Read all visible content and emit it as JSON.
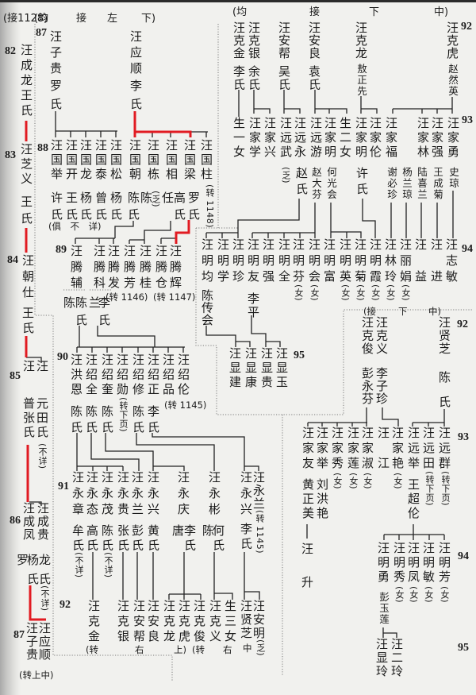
{
  "header": {
    "continued_from": "(接1128)",
    "left_tree_note": [
      "(均",
      "接",
      "左",
      "下)"
    ],
    "right_top_note": [
      "(均",
      "接",
      "下",
      "中)"
    ],
    "right_bottom_note": [
      "(接",
      "下",
      "中)"
    ]
  },
  "colors": {
    "ink": "#1b1b1b",
    "descent_line": "#e11b22",
    "paper": "#f1f1ee"
  },
  "generation_numbers": {
    "lineage": [
      "82",
      "83",
      "84",
      "85",
      "86",
      "87"
    ],
    "left_tree": [
      "87",
      "88",
      "89",
      "90",
      "91",
      "92"
    ],
    "right_top": [
      "92",
      "93",
      "94",
      "95"
    ],
    "right_bottom": [
      "92",
      "93",
      "94",
      "95"
    ]
  },
  "lineage": {
    "g82": {
      "name": "汪成龙王氏"
    },
    "g83": {
      "name": "汪芝义",
      "spouse": "王氏"
    },
    "g84": {
      "name": "汪朝仕",
      "spouse": "王氏"
    },
    "g85": [
      {
        "name": "汪普",
        "spouse": "张氏"
      },
      {
        "name": "汪元",
        "spouse": "田氏",
        "note": "(不详)"
      }
    ],
    "g86": [
      {
        "name": "汪成凤",
        "spouse_a": "罗",
        "spouse_b": "杨氏"
      },
      {
        "name": "汪成贵",
        "spouse": "龙氏",
        "note": "(不详)"
      }
    ],
    "g87": [
      {
        "name": "汪子贵"
      },
      {
        "name": "汪应顺"
      }
    ],
    "g87_note": "(转上中)"
  },
  "left_tree": {
    "g87": [
      {
        "name": "汪子贵",
        "spouse": "罗氏"
      },
      {
        "name": "汪应顺",
        "spouse": "李氏"
      }
    ],
    "g88": [
      {
        "name": "汪国举",
        "spouse": "许氏"
      },
      {
        "name": "汪国开",
        "spouse": "王氏"
      },
      {
        "name": "汪国龙",
        "spouse": "杨氏"
      },
      {
        "name": "汪国泰",
        "spouse": "曾氏"
      },
      {
        "name": "汪国松",
        "spouse": "杨氏"
      },
      {
        "name": "汪国朝",
        "spouse": "陈氏"
      },
      {
        "name": "汪国栋",
        "spouse": "陈",
        "note": "(乏)"
      },
      {
        "name": "汪国相",
        "spouse_a": "任",
        "spouse_b": "高氏"
      },
      {
        "name": "汪国梁",
        "spouse": "罗氏"
      },
      {
        "name": "汪国柱",
        "note": "(转 1148)"
      }
    ],
    "g88_note": "(俱　不　详)",
    "g89": [
      {
        "name": "汪腾辅",
        "spouse_a": "陈",
        "spouse_b": "陈氏"
      },
      {
        "name": "汪腾科",
        "spouse_a": "兰",
        "spouse_b": "李氏"
      },
      {
        "name": "汪腾发"
      },
      {
        "name": "汪腾芳"
      },
      {
        "name": "汪腾桂"
      },
      {
        "name": "汪腾仓"
      },
      {
        "name": "汪腾辉"
      }
    ],
    "g89_notes": [
      "(转 1146)",
      "(转 1147)"
    ],
    "g90": [
      {
        "name": "汪洪恩",
        "spouse": "陈氏"
      },
      {
        "name": "汪绍全",
        "spouse": "陈氏"
      },
      {
        "name": "汪绍奎",
        "spouse": "陈氏"
      },
      {
        "name": "汪绍勋",
        "note": "(转下页)"
      },
      {
        "name": "汪绍修",
        "spouse": "陈氏"
      },
      {
        "name": "汪绍正",
        "spouse": "李氏"
      },
      {
        "name": "汪绍品"
      },
      {
        "name": "汪绍伦"
      }
    ],
    "g90_note": "(转 1145)",
    "g91": [
      {
        "name": "汪永章",
        "spouse": "牟氏",
        "note": "(不详)"
      },
      {
        "name": "汪永态",
        "spouse": "高氏"
      },
      {
        "name": "汪永茂",
        "spouse": "陈氏",
        "note": "(不详)"
      },
      {
        "name": "汪永贵",
        "spouse": "张氏"
      },
      {
        "name": "汪永兰",
        "spouse": "彭氏"
      },
      {
        "name": "汪永兴",
        "spouse": "黄氏"
      },
      {
        "name": "汪永庆",
        "spouse_a": "唐",
        "spouse_b": "李氏"
      },
      {
        "name": "汪永彬",
        "spouse_a": "陈",
        "spouse_b": "何氏"
      },
      {
        "name": "汪永兴",
        "spouse": "李氏"
      },
      {
        "name": "汪永兰",
        "note": "(转 1145)"
      }
    ],
    "g92": [
      {
        "name": "汪克金",
        "note": "(转"
      },
      {
        "name": "汪克银"
      },
      {
        "name": "汪安帮",
        "note": "右"
      },
      {
        "name": "汪安良"
      },
      {
        "name": "汪克龙"
      },
      {
        "name": "汪克虎",
        "note": "上)"
      },
      {
        "name": "汪克俊",
        "note": "(转"
      },
      {
        "name": "汪克义"
      },
      {
        "name": "生三女",
        "note": "右"
      },
      {
        "name": "汪贤芝",
        "note": "中"
      },
      {
        "name": "汪安明",
        "note": "(乏)"
      }
    ]
  },
  "right_top": {
    "g92": [
      {
        "name": "汪克金",
        "spouse": "李氏"
      },
      {
        "name": "汪克银",
        "spouse": "余氏"
      },
      {
        "name": "汪安帮",
        "spouse": "吴氏"
      },
      {
        "name": "汪安良",
        "spouse": "袁氏"
      },
      {
        "name": "汪克龙",
        "spouse": "敖正先"
      },
      {
        "name": "汪克虎",
        "spouse": "赵然英"
      }
    ],
    "g93": [
      {
        "name": "生一女"
      },
      {
        "name": "汪家学"
      },
      {
        "name": "汪家兴"
      },
      {
        "name": "汪远武",
        "note": "(乏)"
      },
      {
        "name": "汪远永",
        "spouse": "赵氏"
      },
      {
        "name": "汪远游",
        "spouse": "赵大芬"
      },
      {
        "name": "汪家明",
        "spouse": "何光会"
      },
      {
        "name": "生二女"
      },
      {
        "name": "汪家明",
        "spouse": "许氏"
      },
      {
        "name": "汪家伦"
      },
      {
        "name": "汪家福",
        "spouse": "谢必珍"
      },
      {
        "name": "汪家林",
        "spouse": "陆喜兰"
      },
      {
        "name": "汪家强",
        "spouse": "王成菊"
      },
      {
        "name": "汪家勇",
        "spouse": "史琼"
      }
    ],
    "g93_extra_spouse": "杨兰琼",
    "g94": [
      {
        "name": "汪明均",
        "spouse": "陈传会"
      },
      {
        "name": "汪明学"
      },
      {
        "name": "汪明珍"
      },
      {
        "name": "汪明友",
        "spouse": "李平"
      },
      {
        "name": "汪明强"
      },
      {
        "name": "汪明全"
      },
      {
        "name": "汪明芬",
        "note": "(女)"
      },
      {
        "name": "汪明会",
        "note": "(女)"
      },
      {
        "name": "汪明富"
      },
      {
        "name": "汪明英",
        "note": "(女)"
      },
      {
        "name": "汪明菊",
        "note": "(女)"
      },
      {
        "name": "汪明霞",
        "note": "(女)"
      },
      {
        "name": "汪林玲",
        "note": "(女)"
      },
      {
        "name": "汪丽娟",
        "note": "(女)"
      },
      {
        "name": "汪益"
      },
      {
        "name": "汪进"
      },
      {
        "name": "汪志敏"
      }
    ],
    "g95": [
      {
        "name": "汪显建"
      },
      {
        "name": "汪显康"
      },
      {
        "name": "汪显贵"
      },
      {
        "name": "汪显玉"
      }
    ]
  },
  "right_bottom": {
    "g92": [
      {
        "name": "汪克俊",
        "spouse": "彭永芬"
      },
      {
        "name": "汪克义",
        "spouse": "李子珍"
      },
      {
        "name": "汪贤芝",
        "spouse": "陈氏"
      }
    ],
    "g93": [
      {
        "name": "汪家友",
        "spouse": "黄正美",
        "child": "汪升"
      },
      {
        "name": "汪家举",
        "spouse": "刘洪艳"
      },
      {
        "name": "汪家秀",
        "note": "(女)"
      },
      {
        "name": "汪家莲",
        "note": "(女)"
      },
      {
        "name": "汪家淑",
        "note": "(女)"
      },
      {
        "name": "汪江"
      },
      {
        "name": "汪家艳",
        "note": "(女)"
      },
      {
        "name": "汪远举",
        "spouse": "王超伦"
      },
      {
        "name": "汪远田",
        "note": "(转下页)"
      },
      {
        "name": "汪远群",
        "note": "(转下页)"
      }
    ],
    "g94": [
      {
        "name": "汪明勇",
        "spouse": "彭玉莲"
      },
      {
        "name": "汪明秀",
        "note": "(女)"
      },
      {
        "name": "汪明凤",
        "note": "(女)"
      },
      {
        "name": "汪明敏",
        "note": "(女)"
      },
      {
        "name": "汪明芳",
        "note": "(女)"
      }
    ],
    "g95": [
      {
        "name": "汪显玲"
      },
      {
        "name": "汪二玲"
      }
    ]
  }
}
